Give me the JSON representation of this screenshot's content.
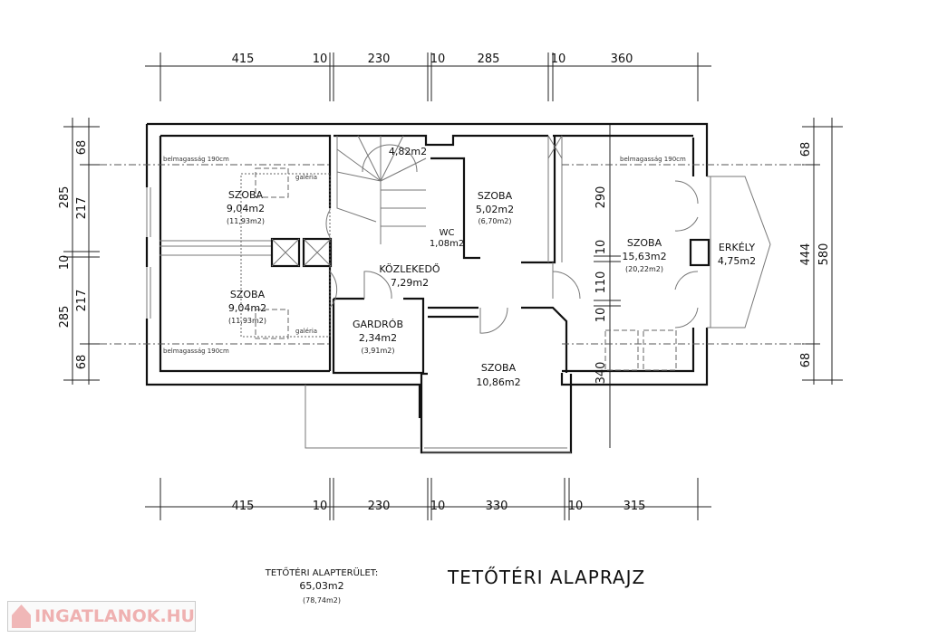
{
  "title": "TETŐTÉRI ALAPRAJZ",
  "summary": {
    "label": "TETŐTÉRI ALAPTERÜLET:",
    "area": "65,03m2",
    "gross": "(78,74m2)"
  },
  "watermark": "INGATLANOK.HU",
  "dimensions": {
    "top": [
      "415",
      "10",
      "230",
      "10",
      "285",
      "10",
      "360"
    ],
    "bottom": [
      "415",
      "10",
      "230",
      "10",
      "330",
      "10",
      "315"
    ],
    "left_outer": [
      "285",
      "10",
      "285"
    ],
    "left_inner": [
      "68",
      "217",
      "217",
      "68"
    ],
    "right_outer": [
      "580"
    ],
    "right_inner": [
      "68",
      "444",
      "68"
    ],
    "middle": [
      "290",
      "10",
      "110",
      "10",
      "340"
    ]
  },
  "rooms": [
    {
      "name": "SZOBA",
      "area": "9,04m2",
      "gross": "(11,93m2)"
    },
    {
      "name": "SZOBA",
      "area": "9,04m2",
      "gross": "(11,93m2)"
    },
    {
      "name": "",
      "area": "4,82m2"
    },
    {
      "name": "SZOBA",
      "area": "5,02m2",
      "gross": "(6,70m2)"
    },
    {
      "name": "WC",
      "area": "1,08m2"
    },
    {
      "name": "KÖZLEKEDŐ",
      "area": "7,29m2"
    },
    {
      "name": "GARDRÓB",
      "area": "2,34m2",
      "gross": "(3,91m2)"
    },
    {
      "name": "SZOBA",
      "area": "10,86m2"
    },
    {
      "name": "SZOBA",
      "area": "15,63m2",
      "gross": "(20,22m2)"
    },
    {
      "name": "ERKÉLY",
      "area": "4,75m2"
    }
  ],
  "notes": {
    "ceiling": "belmagasság 190cm",
    "gallery": "galéria"
  }
}
